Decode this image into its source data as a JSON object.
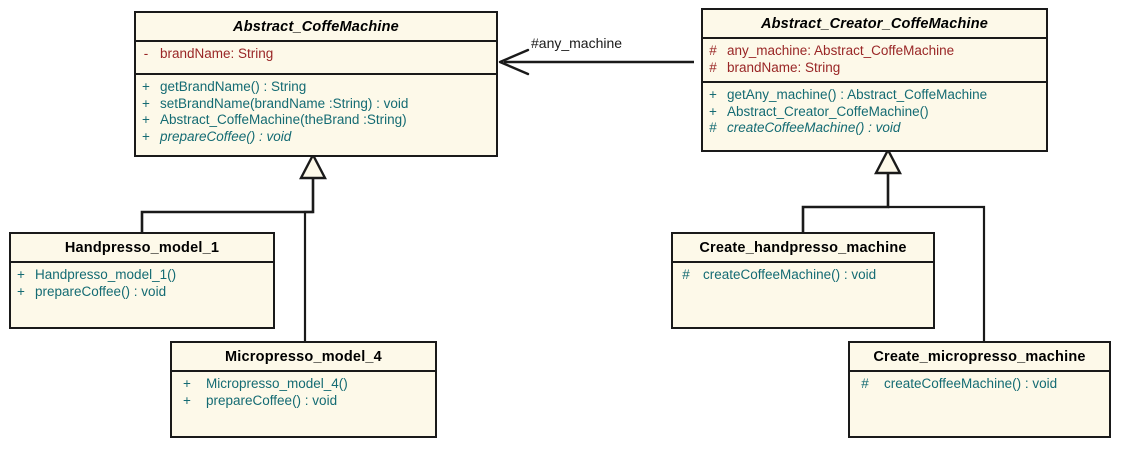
{
  "diagram": {
    "title": "Abstract Factory / Factory Method coffee machine UML class diagram",
    "colors": {
      "box_fill": "#fdf9e9",
      "border": "#1a1a1a",
      "attribute_text": "#992626",
      "operation_text": "#146b73",
      "class_name_text": "#000000",
      "background": "#ffffff"
    }
  },
  "classes": {
    "abstract_coffemachine": {
      "name": "Abstract_CoffeMachine",
      "is_abstract": true,
      "attributes": [
        {
          "visibility": "-",
          "signature": "brandName:  String"
        }
      ],
      "operations": [
        {
          "visibility": "+",
          "signature": "getBrandName() : String",
          "is_abstract": false
        },
        {
          "visibility": "+",
          "signature": "setBrandName(brandName :String) : void",
          "is_abstract": false
        },
        {
          "visibility": "+",
          "signature": "Abstract_CoffeMachine(theBrand :String)",
          "is_abstract": false
        },
        {
          "visibility": "+",
          "signature": "prepareCoffee() : void",
          "is_abstract": true
        }
      ]
    },
    "abstract_creator_coffemachine": {
      "name": "Abstract_Creator_CoffeMachine",
      "is_abstract": true,
      "attributes": [
        {
          "visibility": "#",
          "signature": "any_machine:  Abstract_CoffeMachine"
        },
        {
          "visibility": "#",
          "signature": "brandName:  String"
        }
      ],
      "operations": [
        {
          "visibility": "+",
          "signature": "getAny_machine() : Abstract_CoffeMachine",
          "is_abstract": false
        },
        {
          "visibility": "+",
          "signature": "Abstract_Creator_CoffeMachine()",
          "is_abstract": false
        },
        {
          "visibility": "#",
          "signature": "createCoffeeMachine() : void",
          "is_abstract": true
        }
      ]
    },
    "handpresso_model_1": {
      "name": "Handpresso_model_1",
      "is_abstract": false,
      "attributes": [],
      "operations": [
        {
          "visibility": "+",
          "signature": "Handpresso_model_1()",
          "is_abstract": false
        },
        {
          "visibility": "+",
          "signature": "prepareCoffee() : void",
          "is_abstract": false
        }
      ]
    },
    "micropresso_model_4": {
      "name": "Micropresso_model_4",
      "is_abstract": false,
      "attributes": [],
      "operations": [
        {
          "visibility": "+",
          "signature": "Micropresso_model_4()",
          "is_abstract": false
        },
        {
          "visibility": "+",
          "signature": "prepareCoffee() : void",
          "is_abstract": false
        }
      ]
    },
    "create_handpresso_machine": {
      "name": "Create_handpresso_machine",
      "is_abstract": false,
      "attributes": [],
      "operations": [
        {
          "visibility": "#",
          "signature": "createCoffeeMachine() : void",
          "is_abstract": false
        }
      ]
    },
    "create_micropresso_machine": {
      "name": "Create_micropresso_machine",
      "is_abstract": false,
      "attributes": [],
      "operations": [
        {
          "visibility": "#",
          "signature": "createCoffeeMachine() : void",
          "is_abstract": false
        }
      ]
    }
  },
  "relationships": {
    "association": {
      "label": "#any_machine",
      "from": "Abstract_Creator_CoffeMachine",
      "to": "Abstract_CoffeMachine",
      "arrow": "open-arrow-left"
    },
    "generalizations": [
      {
        "child": "Handpresso_model_1",
        "parent": "Abstract_CoffeMachine"
      },
      {
        "child": "Micropresso_model_4",
        "parent": "Abstract_CoffeMachine"
      },
      {
        "child": "Create_handpresso_machine",
        "parent": "Abstract_Creator_CoffeMachine"
      },
      {
        "child": "Create_micropresso_machine",
        "parent": "Abstract_Creator_CoffeMachine"
      }
    ]
  }
}
